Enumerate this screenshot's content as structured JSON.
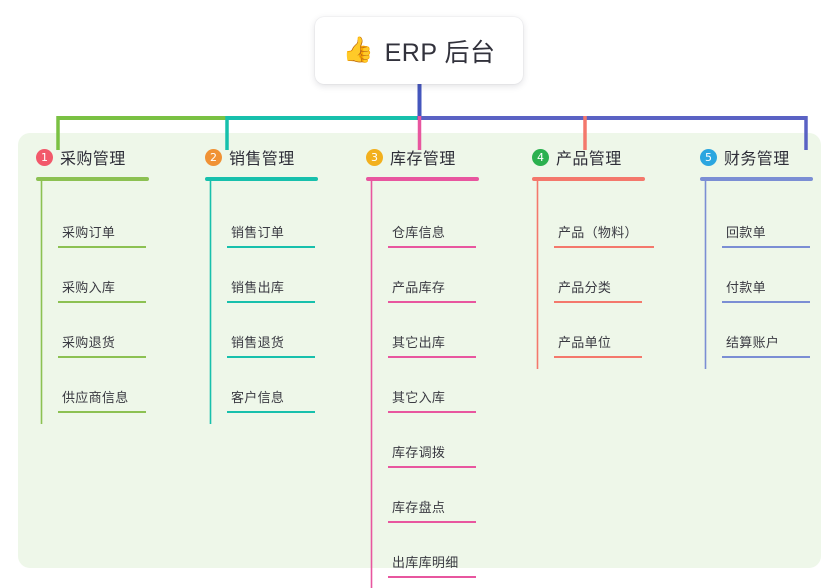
{
  "root": {
    "emoji": "👍",
    "emoji_name": "thumbs-up-emoji",
    "title": "ERP 后台"
  },
  "colors": {
    "panel_bg": "#eef7e9",
    "trunk": "#4456bd",
    "branch_green": "#7ac143",
    "branch_teal": "#17c0ac",
    "branch_blue": "#5a62c4",
    "col1": "#8cc152",
    "col2": "#17c0ac",
    "col3": "#e8569f",
    "col4": "#f4786c",
    "col5": "#7b8ed4",
    "badge1": "#f2596b",
    "badge2": "#f09235",
    "badge3": "#f2b01e",
    "badge4": "#2bb14f",
    "badge5": "#2ba6e0",
    "text": "#32323c"
  },
  "columns": [
    {
      "index": "1",
      "badge": "1",
      "badge_color": "#f2596b",
      "label": "采购管理",
      "line_color": "#8cc152",
      "items": [
        {
          "label": "采购订单"
        },
        {
          "label": "采购入库"
        },
        {
          "label": "采购退货"
        },
        {
          "label": "供应商信息"
        }
      ]
    },
    {
      "index": "2",
      "badge": "2",
      "badge_color": "#f09235",
      "label": "销售管理",
      "line_color": "#17c0ac",
      "items": [
        {
          "label": "销售订单"
        },
        {
          "label": "销售出库"
        },
        {
          "label": "销售退货"
        },
        {
          "label": "客户信息"
        }
      ]
    },
    {
      "index": "3",
      "badge": "3",
      "badge_color": "#f2b01e",
      "label": "库存管理",
      "line_color": "#e8569f",
      "items": [
        {
          "label": "仓库信息"
        },
        {
          "label": "产品库存"
        },
        {
          "label": "其它出库"
        },
        {
          "label": "其它入库"
        },
        {
          "label": "库存调拨"
        },
        {
          "label": "库存盘点"
        },
        {
          "label": "出库库明细"
        }
      ]
    },
    {
      "index": "4",
      "badge": "4",
      "badge_color": "#2bb14f",
      "label": "产品管理",
      "line_color": "#f4786c",
      "items": [
        {
          "label": "产品（物料）"
        },
        {
          "label": "产品分类"
        },
        {
          "label": "产品单位"
        }
      ]
    },
    {
      "index": "5",
      "badge": "5",
      "badge_color": "#2ba6e0",
      "label": "财务管理",
      "line_color": "#7b8ed4",
      "items": [
        {
          "label": "回款单"
        },
        {
          "label": "付款单"
        },
        {
          "label": "结算账户"
        }
      ]
    }
  ]
}
